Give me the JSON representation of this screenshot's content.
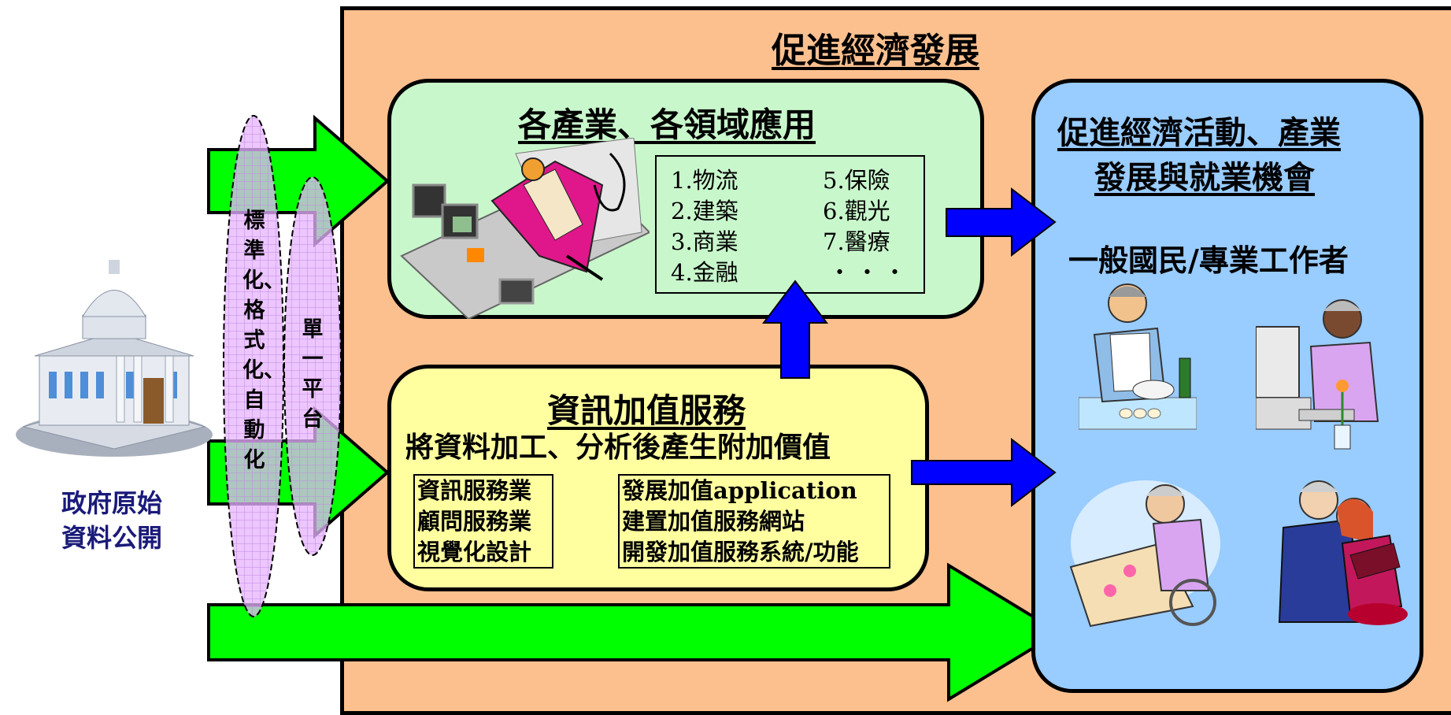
{
  "colors": {
    "frame": "#fcc08f",
    "green_box": "#c9f7cc",
    "yellow_box": "#ffffa0",
    "blue_box": "#99ccff",
    "green_arrow": "#00ff00",
    "blue_arrow": "#0000ff",
    "oval": "#e6b3ff"
  },
  "main_title": "促進經濟發展",
  "applications": {
    "title": "各產業、各領域應用",
    "items": [
      "1.物流",
      "2.建築",
      "3.商業",
      "4.金融",
      "5.保險",
      "6.觀光",
      "7.醫療",
      "・・・"
    ]
  },
  "value_added": {
    "title": "資訊加值服務",
    "subtitle": "將資料加工、分析後產生附加價值",
    "left_items": [
      "資訊服務業",
      "顧問服務業",
      "視覺化設計"
    ],
    "right_items": [
      "發展加值application",
      "建置加值服務網站",
      "開發加值服務系統/功能"
    ]
  },
  "outcome": {
    "title_line1": "促進經濟活動、產業",
    "title_line2": "發展與就業機會",
    "subtitle": "一般國民/專業工作者"
  },
  "government": {
    "line1": "政府原始",
    "line2": "資料公開"
  },
  "oval_standardize": "標準化、格式化、自動化",
  "oval_platform": "單一平台",
  "icons": [
    "government-building-icon",
    "industry-clipart-icon",
    "cook-clipart-icon",
    "computer-user-clipart-icon",
    "painter-clipart-icon",
    "readers-clipart-icon"
  ]
}
